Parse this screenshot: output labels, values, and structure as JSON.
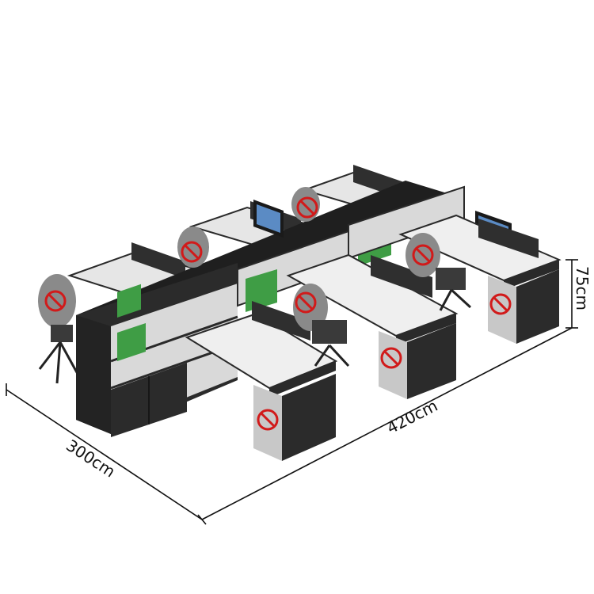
{
  "dimensions": {
    "width_label": "420cm",
    "depth_label": "300cm",
    "height_label": "75cm"
  },
  "colors": {
    "desk_top": "#ececec",
    "desk_edge": "#2a2a2a",
    "cabinet_dark": "#2b2b2b",
    "cabinet_side": "#3a3a3a",
    "partition": "#2f2f2f",
    "chair_mesh": "#8a8a8a",
    "binder_green": "#3f9d45",
    "no_logo_red": "#d11a1a",
    "drawer_gray": "#c8c8c8"
  },
  "icons": {
    "no_logo": "circle-slash-icon",
    "monitor": "monitor-icon"
  }
}
